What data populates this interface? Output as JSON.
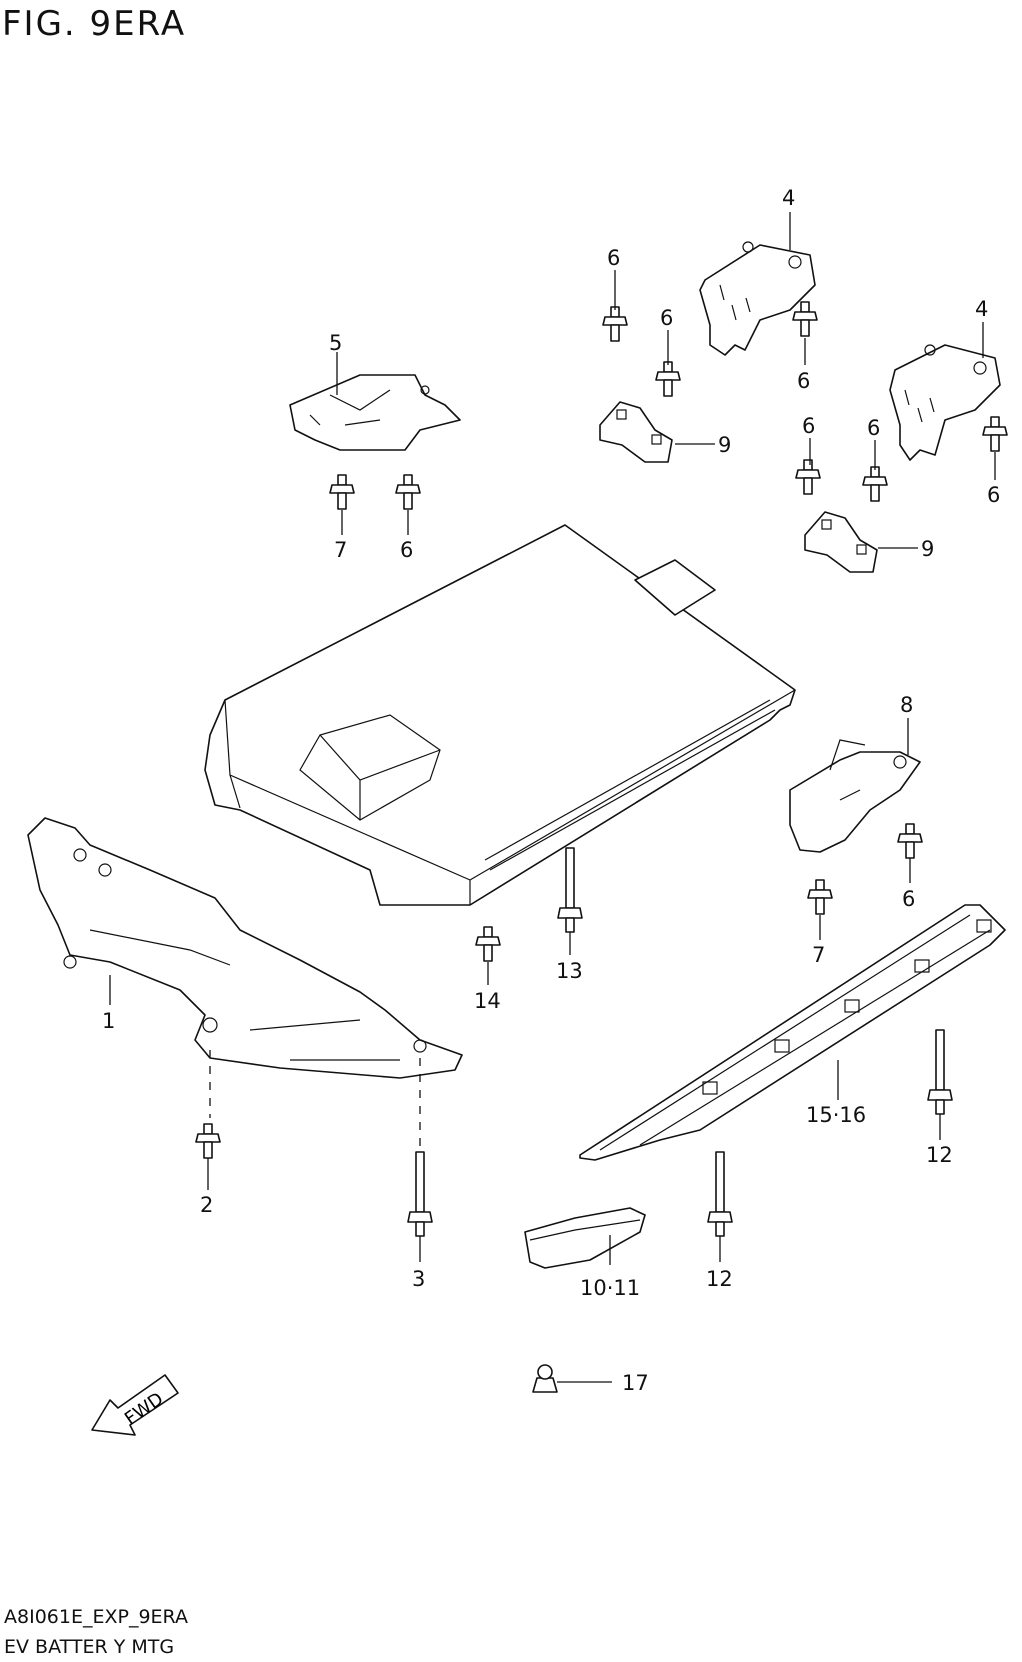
{
  "figure_title": "FIG. 9ERA",
  "drawing_code": "A8I061E_EXP_9ERA",
  "drawing_name": "EV BATTER Y MTG",
  "fwd_label": "FWD",
  "callouts": {
    "c1": "1",
    "c2": "2",
    "c3": "3",
    "c4a": "4",
    "c4b": "4",
    "c5": "5",
    "c6a": "6",
    "c6b": "6",
    "c6c": "6",
    "c6d": "6",
    "c6e": "6",
    "c6f": "6",
    "c6g": "6",
    "c6h": "6",
    "c7a": "7",
    "c7b": "7",
    "c8": "8",
    "c9a": "9",
    "c9b": "9",
    "c10_11": "10·11",
    "c12a": "12",
    "c12b": "12",
    "c13": "13",
    "c14": "14",
    "c15_16": "15·16",
    "c17": "17"
  }
}
